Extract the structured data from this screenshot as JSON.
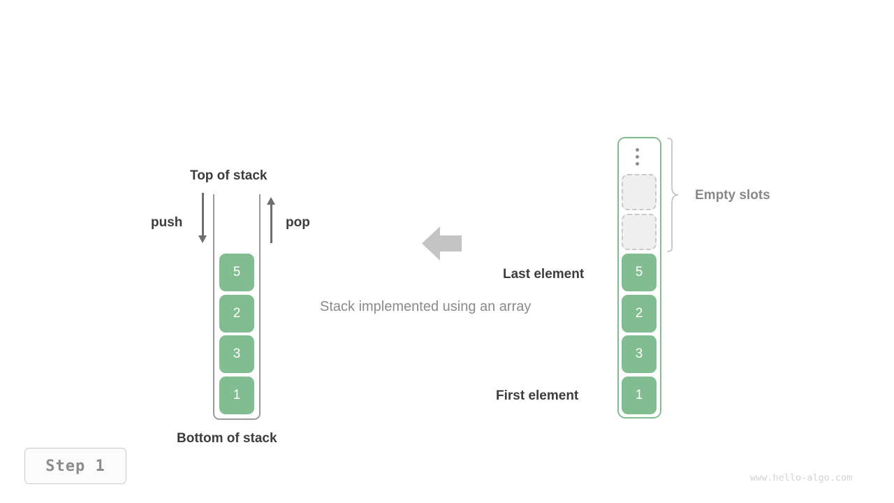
{
  "figure": {
    "caption": "Stack implemented using an array",
    "watermark": "www.hello-algo.com",
    "step_badge": "Step 1",
    "colors": {
      "element_fill": "#82bd92",
      "element_text": "#ffffff",
      "empty_slot_fill": "#efefef",
      "empty_slot_border": "#c9c9c9",
      "array_border": "#82bd92",
      "stack_border": "#9a9a9a",
      "arrow_gray": "#c4c4c4",
      "label_dark": "#3c3c3c",
      "label_gray": "#888888"
    }
  },
  "stack_diagram": {
    "top_label": "Top of stack",
    "bottom_label": "Bottom of stack",
    "push_label": "push",
    "pop_label": "pop",
    "elements": [
      {
        "value": "5"
      },
      {
        "value": "2"
      },
      {
        "value": "3"
      },
      {
        "value": "1"
      }
    ]
  },
  "array_diagram": {
    "empty_label": "Empty slots",
    "last_element_label": "Last element",
    "first_element_label": "First element",
    "ellipsis": "⋮",
    "elements": [
      {
        "value": "5"
      },
      {
        "value": "2"
      },
      {
        "value": "3"
      },
      {
        "value": "1"
      }
    ],
    "empty_slots": [
      {
        "value": ""
      },
      {
        "value": ""
      }
    ]
  }
}
